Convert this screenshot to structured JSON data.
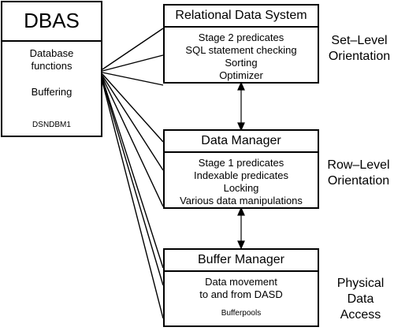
{
  "dbas": {
    "title": "DBAS",
    "functions": [
      "Database",
      "functions"
    ],
    "buffering": "Buffering",
    "module": "DSNDBM1"
  },
  "rds": {
    "title": "Relational Data System",
    "items": [
      "Stage 2 predicates",
      "SQL statement checking",
      "Sorting",
      "Optimizer"
    ],
    "orientation": [
      "Set–Level",
      "Orientation"
    ]
  },
  "dm": {
    "title": "Data Manager",
    "items": [
      "Stage 1 predicates",
      "Indexable predicates",
      "Locking",
      "Various data manipulations"
    ],
    "orientation": [
      "Row–Level",
      "Orientation"
    ]
  },
  "bm": {
    "title": "Buffer Manager",
    "items": [
      "Data movement",
      "to and from DASD"
    ],
    "footer": "Bufferpools",
    "orientation": [
      "Physical",
      "Data",
      "Access"
    ]
  }
}
